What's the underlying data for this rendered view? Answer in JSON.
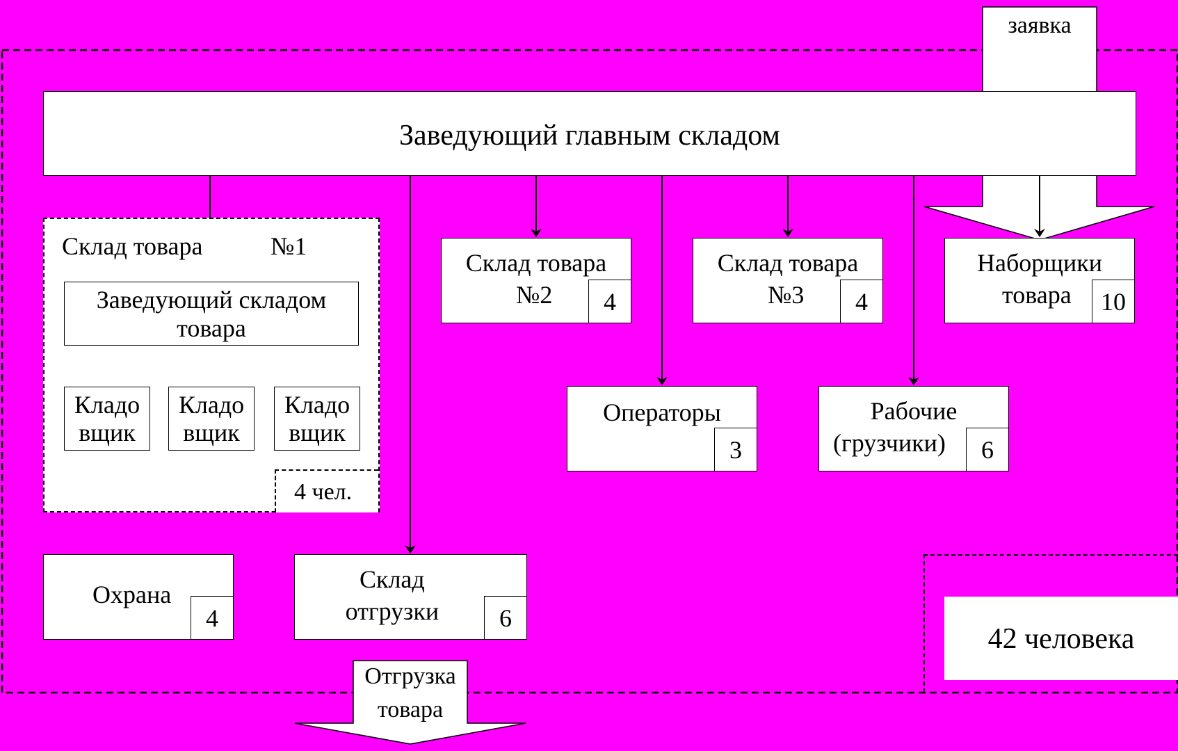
{
  "colors": {
    "background": "#FF00FF",
    "box": "#FFFFFF",
    "line": "#000000"
  },
  "request": {
    "label": "заявка"
  },
  "head": {
    "title": "Заведующий главным складом"
  },
  "warehouse1": {
    "title": "Склад товара",
    "number": "№1",
    "manager": {
      "line1": "Заведующий складом",
      "line2": "товара"
    },
    "storekeepers": [
      {
        "line1": "Кладо",
        "line2": "вщик"
      },
      {
        "line1": "Кладо",
        "line2": "вщик"
      },
      {
        "line1": "Кладо",
        "line2": "вщик"
      }
    ],
    "count": "4 чел."
  },
  "warehouse2": {
    "line1": "Склад товара",
    "line2": "№2",
    "count": "4"
  },
  "warehouse3": {
    "line1": "Склад товара",
    "line2": "№3",
    "count": "4"
  },
  "pickers": {
    "line1": "Наборщики",
    "line2": "товара",
    "count": "10"
  },
  "operators": {
    "line1": "Операторы",
    "count": "3"
  },
  "workers": {
    "line1": "Рабочие",
    "line2": "(грузчики)",
    "count": "6"
  },
  "security": {
    "line1": "Охрана",
    "count": "4"
  },
  "shipping_warehouse": {
    "line1": "Склад",
    "line2": "отгрузки",
    "count": "6"
  },
  "shipment": {
    "line1": "Отгрузка",
    "line2": "товара"
  },
  "total": {
    "label": "42 человека"
  }
}
